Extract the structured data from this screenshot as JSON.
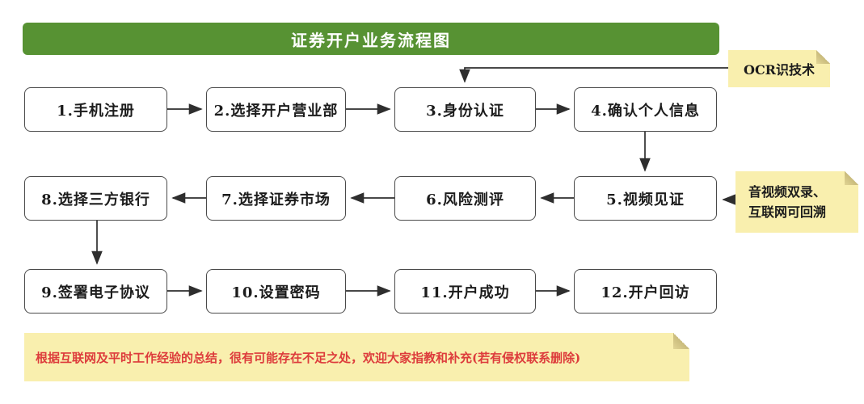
{
  "title": {
    "text": "证券开户业务流程图"
  },
  "flow": {
    "boxes": [
      {
        "id": "1",
        "label": "1.手机注册"
      },
      {
        "id": "2",
        "label": "2.选择开户营业部"
      },
      {
        "id": "3",
        "label": "3.身份认证"
      },
      {
        "id": "4",
        "label": "4.确认个人信息"
      },
      {
        "id": "5",
        "label": "5.视频见证"
      },
      {
        "id": "6",
        "label": "6.风险测评"
      },
      {
        "id": "7",
        "label": "7.选择证券市场"
      },
      {
        "id": "8",
        "label": "8.选择三方银行"
      },
      {
        "id": "9",
        "label": "9.签署电子协议"
      },
      {
        "id": "10",
        "label": "10.设置密码"
      },
      {
        "id": "11",
        "label": "11.开户成功"
      },
      {
        "id": "12",
        "label": "12.开户回访"
      }
    ],
    "edges": [
      {
        "from": "1",
        "to": "2"
      },
      {
        "from": "2",
        "to": "3"
      },
      {
        "from": "3",
        "to": "4"
      },
      {
        "from": "4",
        "to": "5"
      },
      {
        "from": "5",
        "to": "6"
      },
      {
        "from": "6",
        "to": "7"
      },
      {
        "from": "7",
        "to": "8"
      },
      {
        "from": "8",
        "to": "9"
      },
      {
        "from": "9",
        "to": "10"
      },
      {
        "from": "10",
        "to": "11"
      },
      {
        "from": "11",
        "to": "12"
      }
    ]
  },
  "notes": {
    "ocr": {
      "text": "OCR识技术",
      "target": "3"
    },
    "video": {
      "line1": "音视频双录、",
      "line2": "互联网可回溯",
      "target": "5"
    },
    "disclaimer": {
      "text": "根据互联网及平时工作经验的总结，很有可能存在不足之处，欢迎大家指教和补充(若有侵权联系删除)"
    }
  },
  "colors": {
    "banner_green": "#579233",
    "note_yellow": "#f9efae",
    "note_fold": "#c9bb7c",
    "box_border": "#4a4a4a",
    "arrow": "#2e2e2e",
    "disclaimer_red": "#dd3c3c"
  }
}
